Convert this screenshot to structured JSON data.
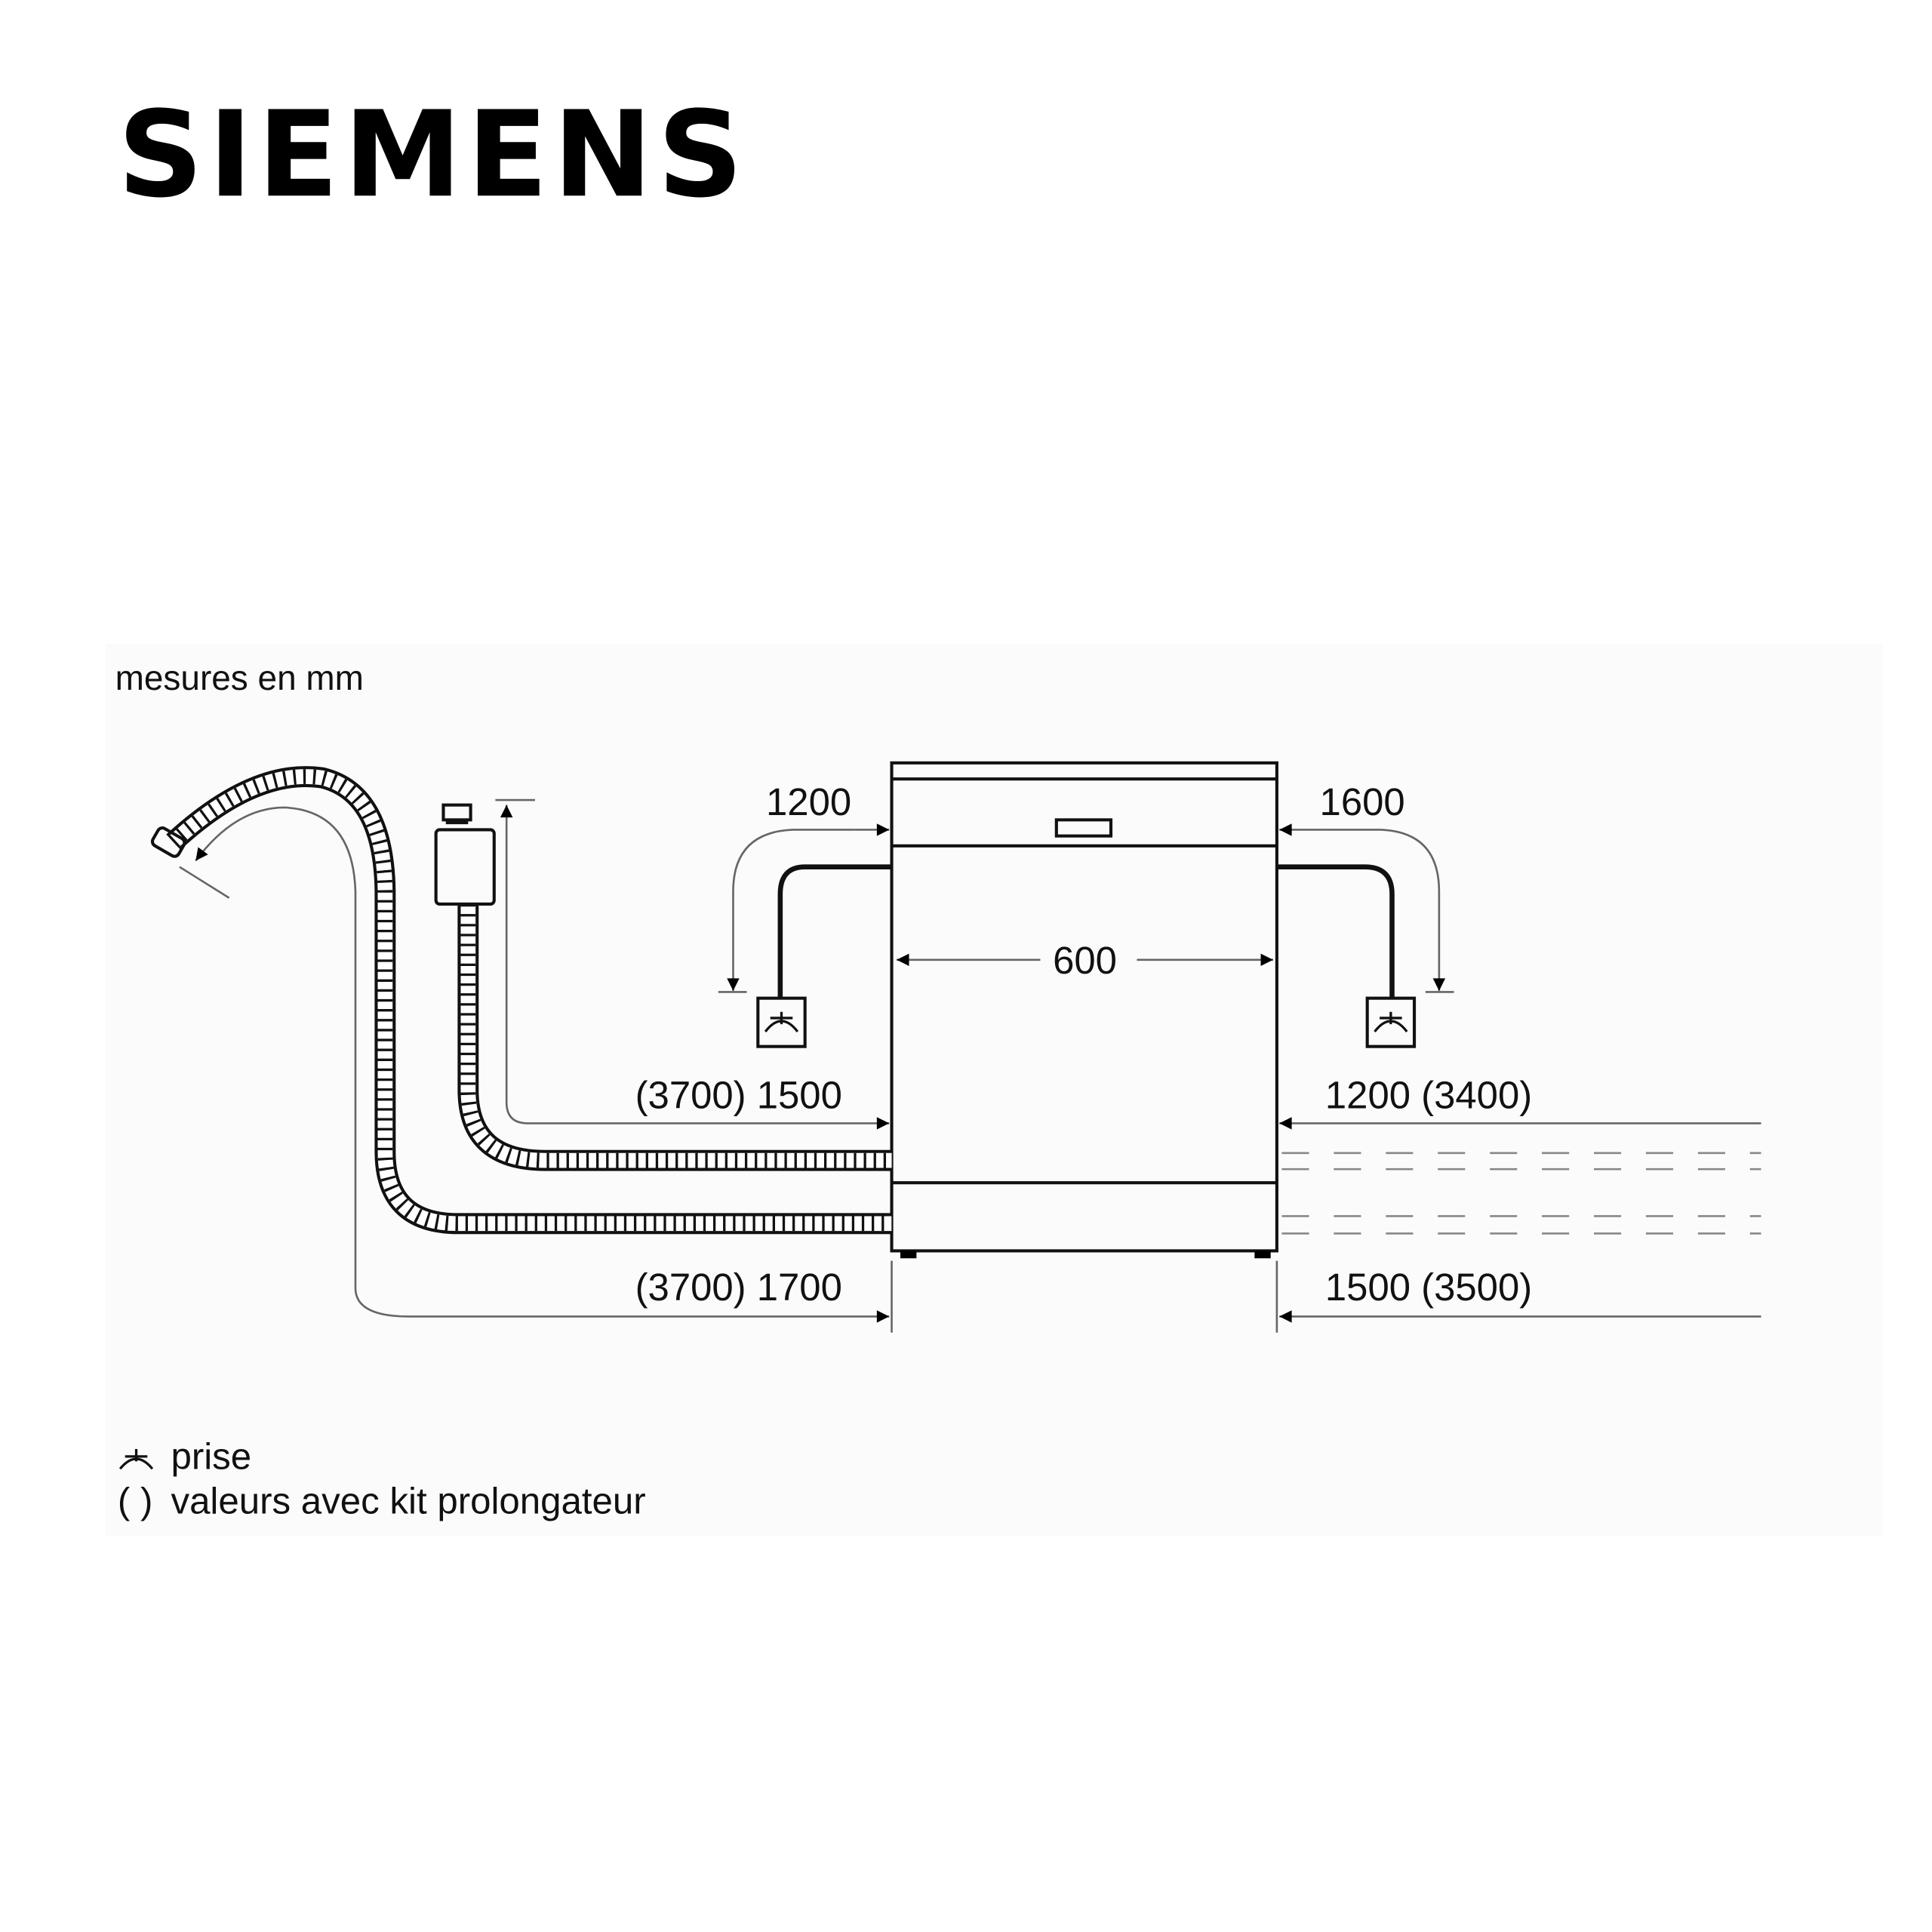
{
  "brand": "SIEMENS",
  "units_note": "mesures en mm",
  "dimensions": {
    "width": "600",
    "power_left": "1200",
    "power_right": "1600",
    "inlet_left": "(3700) 1500",
    "inlet_right": "1200 (3400)",
    "drain_left": "(3700) 1700",
    "drain_right": "1500 (3500)"
  },
  "legend": {
    "socket_symbol": "⅄",
    "socket_label": "prise",
    "parentheses_symbol": "( )",
    "parentheses_label": "valeurs avec kit prolongateur"
  }
}
